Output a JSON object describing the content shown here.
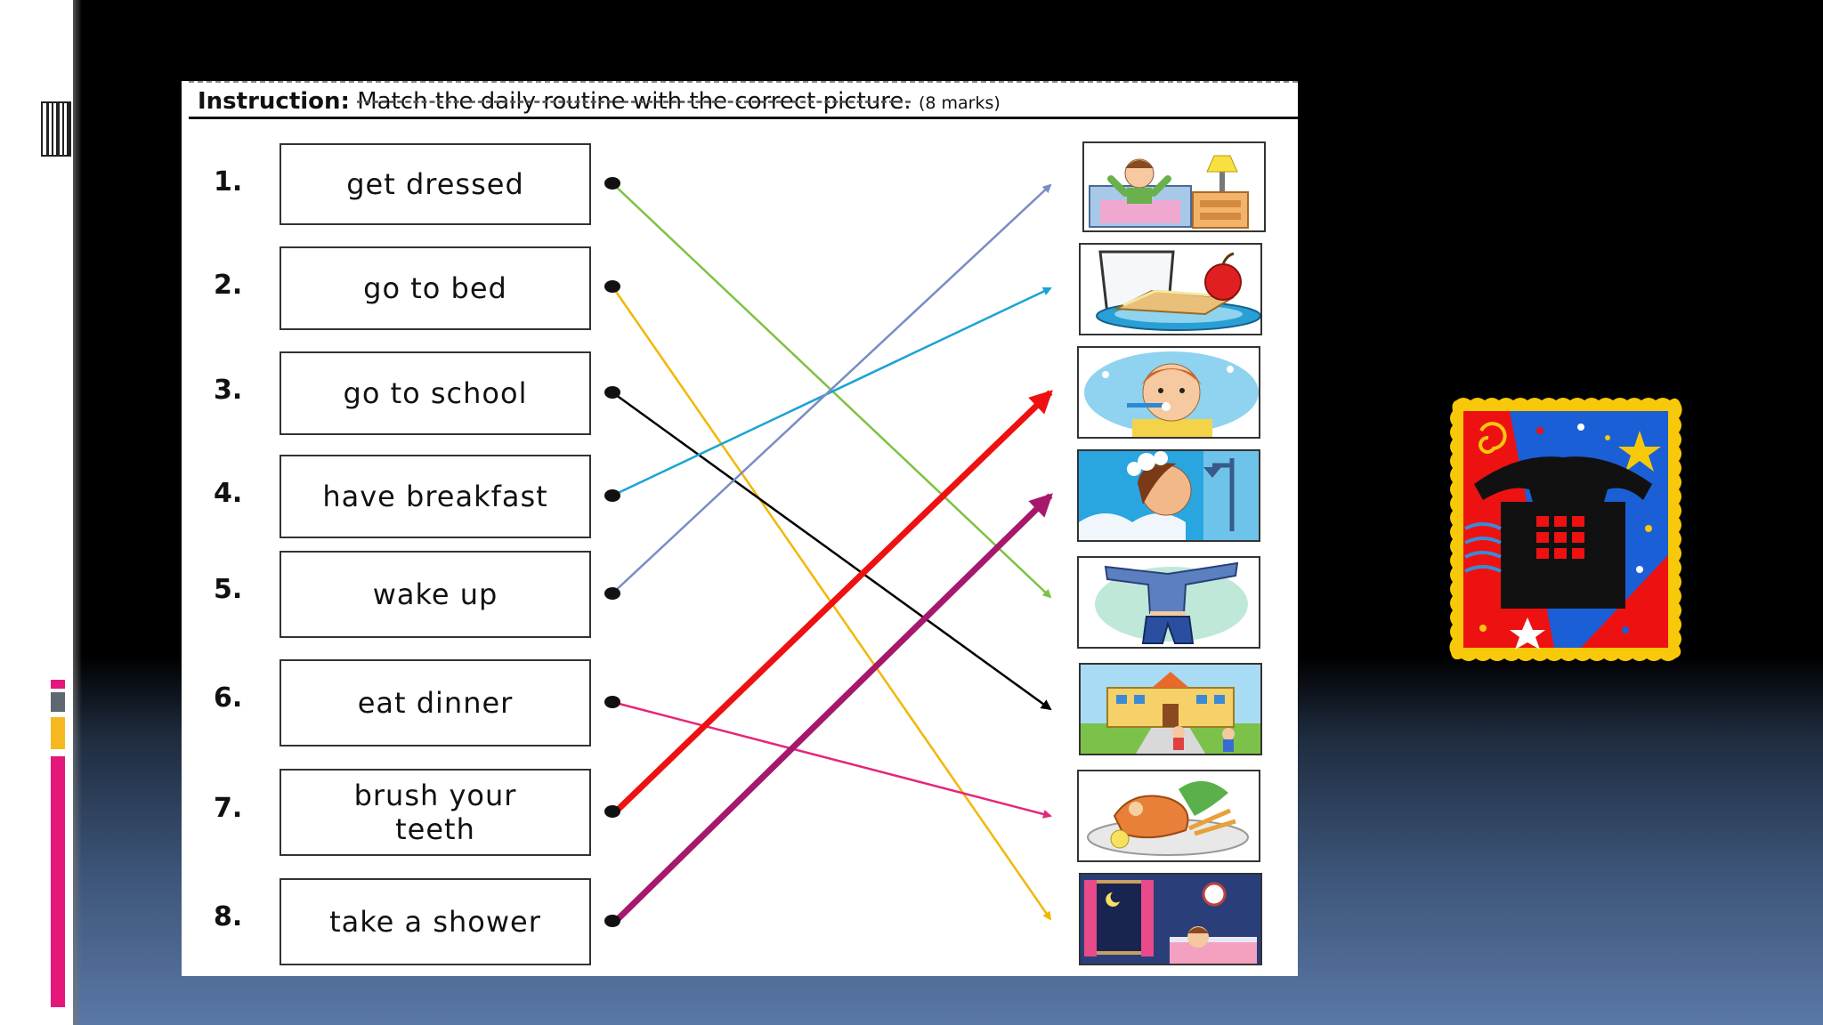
{
  "instruction": {
    "label": "Instruction:",
    "text": "Match the daily routine with the correct picture.",
    "marks": "(8 marks)"
  },
  "items": [
    {
      "number": "1.",
      "text": "get dressed"
    },
    {
      "number": "2.",
      "text": "go to bed"
    },
    {
      "number": "3.",
      "text": "go to school"
    },
    {
      "number": "4.",
      "text": "have breakfast"
    },
    {
      "number": "5.",
      "text": "wake up"
    },
    {
      "number": "6.",
      "text": "eat dinner"
    },
    {
      "number": "7.",
      "text": "brush your teeth"
    },
    {
      "number": "8.",
      "text": "take a shower"
    }
  ],
  "pictures": [
    {
      "icon": "wake-up-picture-icon"
    },
    {
      "icon": "breakfast-picture-icon"
    },
    {
      "icon": "brush-teeth-picture-icon"
    },
    {
      "icon": "shower-picture-icon"
    },
    {
      "icon": "get-dressed-picture-icon"
    },
    {
      "icon": "school-picture-icon"
    },
    {
      "icon": "dinner-picture-icon"
    },
    {
      "icon": "go-to-bed-picture-icon"
    }
  ],
  "matches": [
    {
      "item": 1,
      "picture": 5,
      "color": "#7dc242"
    },
    {
      "item": 2,
      "picture": 8,
      "color": "#f2b705"
    },
    {
      "item": 3,
      "picture": 6,
      "color": "#000000"
    },
    {
      "item": 4,
      "picture": 2,
      "color": "#1ba3d6"
    },
    {
      "item": 5,
      "picture": 1,
      "color": "#7a8cc4"
    },
    {
      "item": 6,
      "picture": 7,
      "color": "#e5267a"
    },
    {
      "item": 7,
      "picture": 3,
      "color": "#ee1111"
    },
    {
      "item": 8,
      "picture": 4,
      "color": "#a6186b"
    }
  ],
  "colors": {
    "slide_background": "#000000",
    "accent_pink": "#e4177a",
    "accent_yellow": "#f6b81f",
    "accent_gray": "#5e6870"
  },
  "decorations": {
    "stamp_icon": "telephone-stamp-icon"
  }
}
